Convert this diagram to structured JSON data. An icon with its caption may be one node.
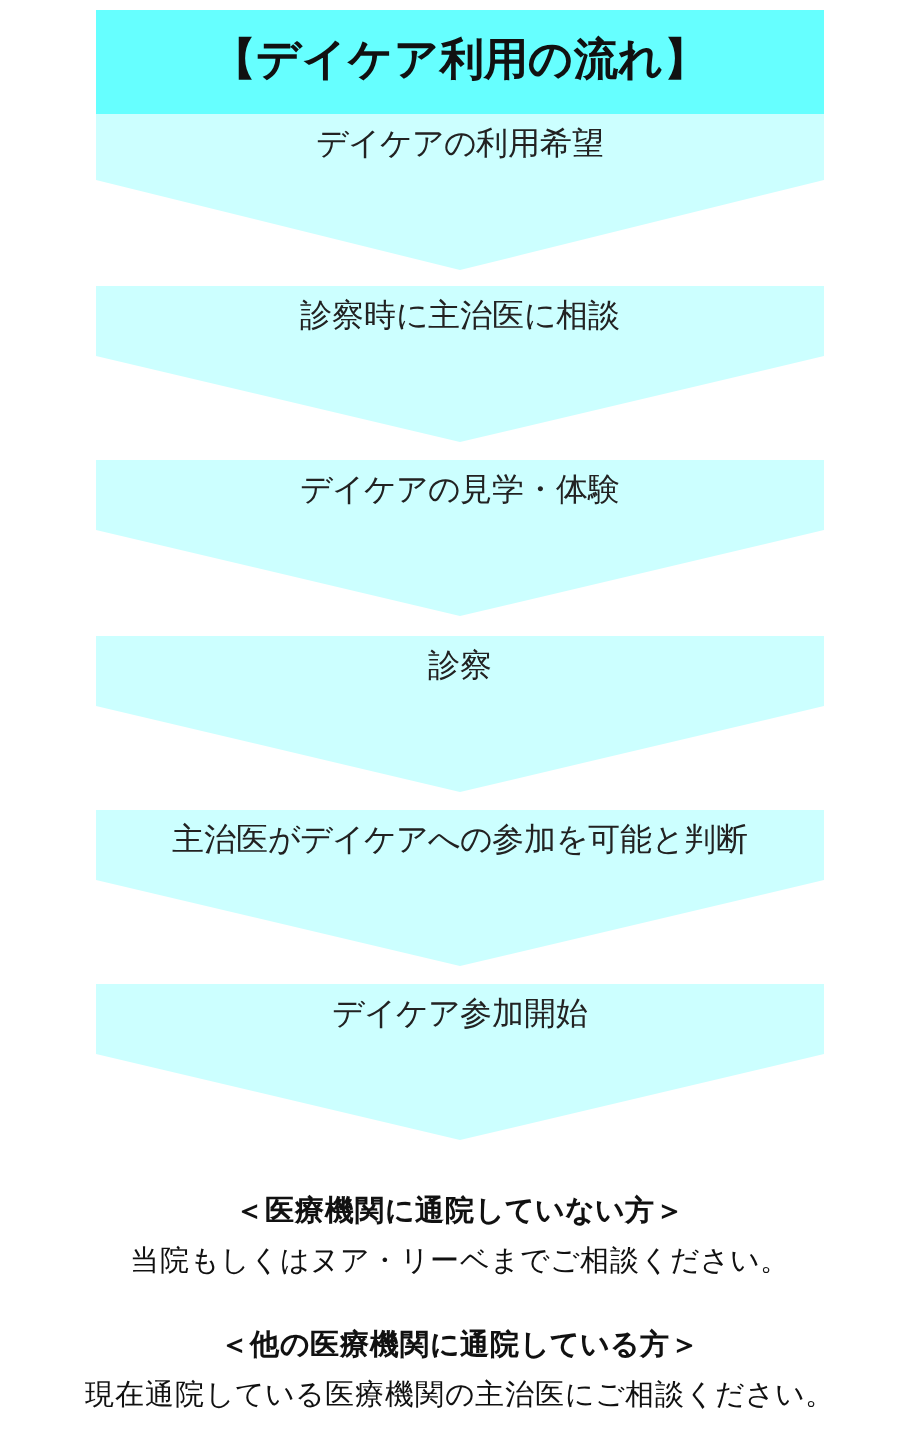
{
  "diagram": {
    "title": "【デイケア利用の流れ】",
    "nodes": [
      {
        "text": [
          "デイケアの利用希望"
        ]
      },
      {
        "text": [
          "診察時に主治医に相談"
        ]
      },
      {
        "text": [
          "デイケアの見学・体験"
        ]
      },
      {
        "text": [
          "診察"
        ]
      },
      {
        "text": [
          "主治医がデイケアへの参加を可能と判断"
        ]
      },
      {
        "text": [
          "デイケア参加開始"
        ]
      }
    ],
    "labels": [
      "＜医療機関に通院していない方＞",
      "当院もしくはヌア・リーベまでご相談ください。",
      "＜他の医療機関に通院している方＞",
      "現在通院している医療機関の主治医にご相談ください。"
    ]
  }
}
